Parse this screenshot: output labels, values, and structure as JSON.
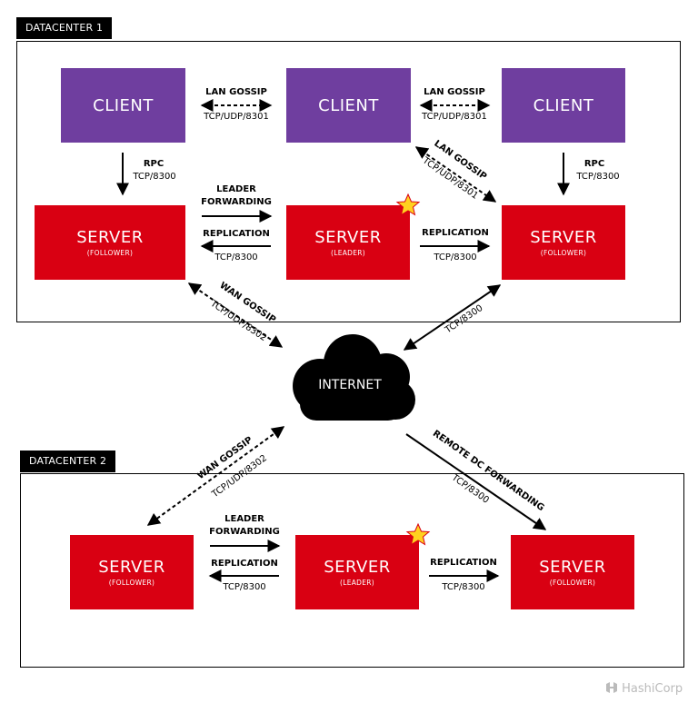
{
  "datacenter1": {
    "title": "DATACENTER 1",
    "clients": [
      {
        "label": "CLIENT"
      },
      {
        "label": "CLIENT"
      },
      {
        "label": "CLIENT"
      }
    ],
    "servers": [
      {
        "label": "SERVER",
        "role": "(FOLLOWER)"
      },
      {
        "label": "SERVER",
        "role": "(LEADER)"
      },
      {
        "label": "SERVER",
        "role": "(FOLLOWER)"
      }
    ],
    "lan_gossip_1": {
      "title": "LAN GOSSIP",
      "port": "TCP/UDP/8301"
    },
    "lan_gossip_2": {
      "title": "LAN GOSSIP",
      "port": "TCP/UDP/8301"
    },
    "lan_gossip_diag": {
      "title": "LAN GOSSIP",
      "port": "TCP/UDP/8301"
    },
    "rpc_left": {
      "title": "RPC",
      "port": "TCP/8300"
    },
    "rpc_right": {
      "title": "RPC",
      "port": "TCP/8300"
    },
    "leader_forwarding": {
      "line1": "LEADER",
      "line2": "FORWARDING"
    },
    "replication_left": {
      "title": "REPLICATION",
      "port": "TCP/8300"
    },
    "replication_right": {
      "title": "REPLICATION",
      "port": "TCP/8300"
    }
  },
  "internet": {
    "label": "INTERNET",
    "wan_gossip_dc1": {
      "title": "WAN GOSSIP",
      "port": "TCP/UDP/8302"
    },
    "tcp_right": {
      "port": "TCP/8300"
    },
    "wan_gossip_dc2": {
      "title": "WAN GOSSIP",
      "port": "TCP/UDP/8302"
    },
    "remote_dc": {
      "title": "REMOTE DC FORWARDING",
      "port": "TCP/8300"
    }
  },
  "datacenter2": {
    "title": "DATACENTER 2",
    "servers": [
      {
        "label": "SERVER",
        "role": "(FOLLOWER)"
      },
      {
        "label": "SERVER",
        "role": "(LEADER)"
      },
      {
        "label": "SERVER",
        "role": "(FOLLOWER)"
      }
    ],
    "leader_forwarding": {
      "line1": "LEADER",
      "line2": "FORWARDING"
    },
    "replication_left": {
      "title": "REPLICATION",
      "port": "TCP/8300"
    },
    "replication_right": {
      "title": "REPLICATION",
      "port": "TCP/8300"
    }
  },
  "brand": {
    "name": "HashiCorp",
    "icon": "hashicorp-logo-icon"
  },
  "colors": {
    "client": "#6f3e9f",
    "server": "#d90012",
    "leader_star": "#ffd21f",
    "frame": "#000000"
  }
}
